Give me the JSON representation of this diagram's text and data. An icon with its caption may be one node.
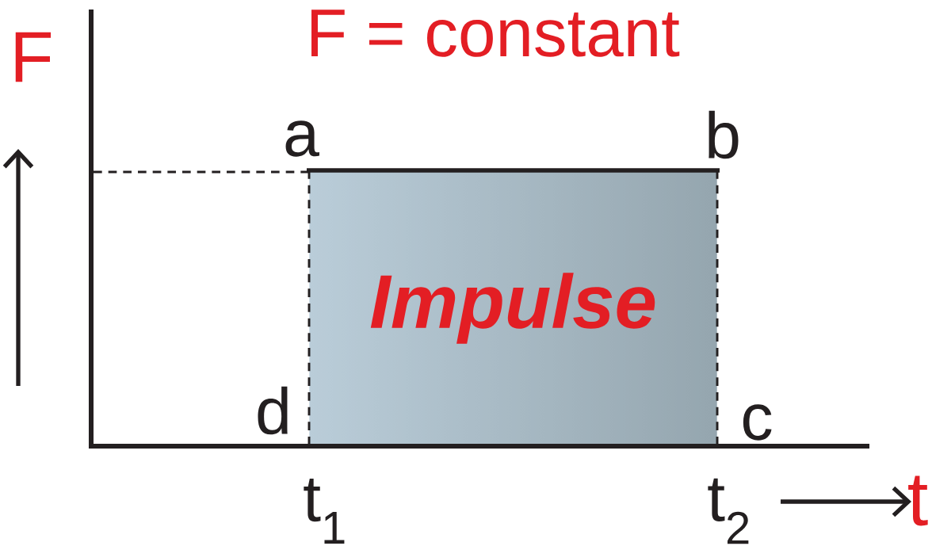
{
  "diagram": {
    "nodes": [
      {
        "text": [
          "Impulse"
        ]
      }
    ],
    "labels": [
      "F = constant",
      "F",
      "a",
      "b",
      "d",
      "c",
      "t$_{1}$",
      "t$_{2}$",
      "t"
    ]
  }
}
